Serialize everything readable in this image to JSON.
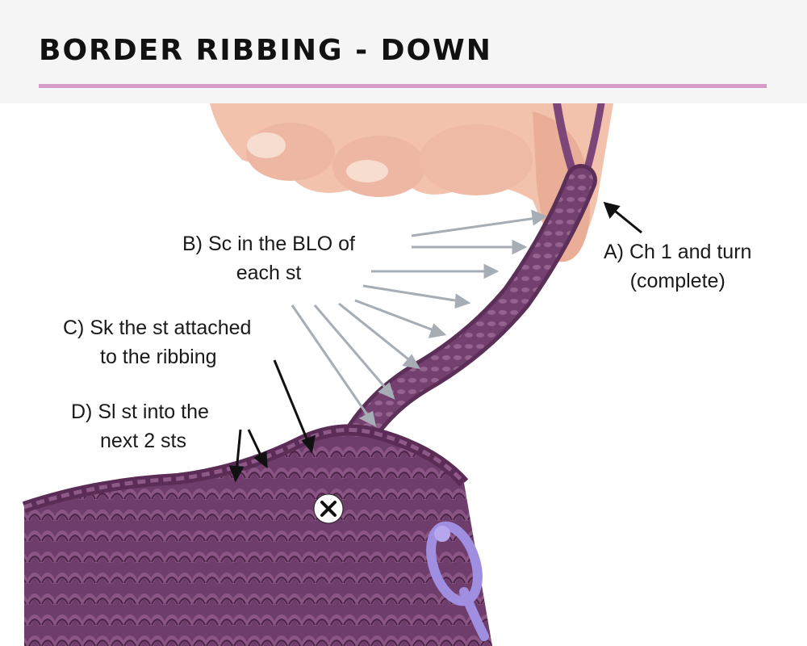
{
  "title": "BORDER RIBBING - DOWN",
  "colors": {
    "accent_rule": "#d69ac6",
    "yarn": "#6e3d6b",
    "yarn_dark": "#4a2446",
    "stitch_marker": "#a08ee0",
    "arrow_gray": "#a7adb4",
    "arrow_black": "#111111"
  },
  "labels": {
    "a": {
      "line1": "A) Ch 1 and turn",
      "line2": "(complete)"
    },
    "b": {
      "line1": "B) Sc in the BLO of",
      "line2": "each st"
    },
    "c": {
      "line1": "C) Sk the st attached",
      "line2": "to the ribbing"
    },
    "d": {
      "line1": "D) Sl st into the",
      "line2": "next 2 sts"
    }
  },
  "icons": {
    "skip_marker": "x-circle-icon",
    "stitch_marker": "stitch-marker-icon"
  }
}
